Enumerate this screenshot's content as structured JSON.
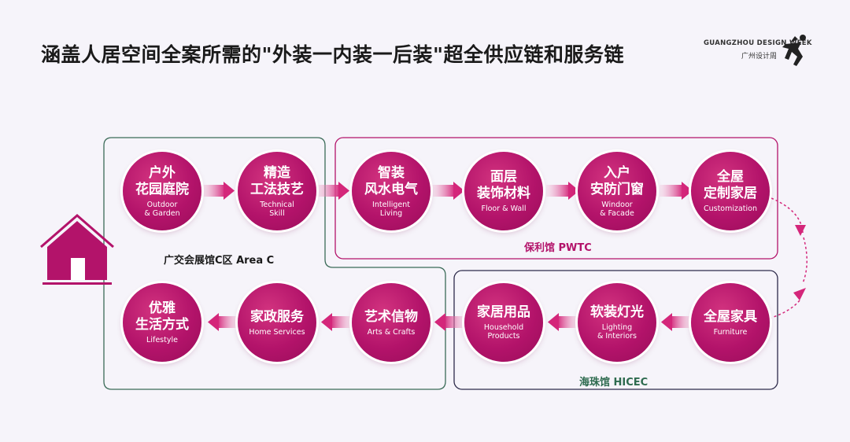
{
  "title": "涵盖人居空间全案所需的\"外装一内装一后装\"超全供应链和服务链",
  "logo": {
    "en": "GUANGZHOU DESIGN WEEK",
    "cn": "广州设计周"
  },
  "zones": {
    "area_c": "广交会展馆C区  Area C",
    "pwtc": "保利馆  PWTC",
    "hicec": "海珠馆  HICEC"
  },
  "nodes": [
    {
      "cn": [
        "户外",
        "花园庭院"
      ],
      "en": [
        "Outdoor",
        "& Garden"
      ]
    },
    {
      "cn": [
        "精造",
        "工法技艺"
      ],
      "en": [
        "Technical",
        "Skill"
      ]
    },
    {
      "cn": [
        "智装",
        "风水电气"
      ],
      "en": [
        "Intelligent",
        "Living"
      ]
    },
    {
      "cn": [
        "面层",
        "装饰材料"
      ],
      "en": [
        "Floor & Wall"
      ]
    },
    {
      "cn": [
        "入户",
        "安防门窗"
      ],
      "en": [
        "Windoor",
        "& Facade"
      ]
    },
    {
      "cn": [
        "全屋",
        "定制家居"
      ],
      "en": [
        "Customization"
      ]
    },
    {
      "cn": [
        "全屋家具"
      ],
      "en": [
        "Furniture"
      ]
    },
    {
      "cn": [
        "软装灯光"
      ],
      "en": [
        "Lighting",
        "& Interiors"
      ]
    },
    {
      "cn": [
        "家居用品"
      ],
      "en": [
        "Household",
        "Products"
      ]
    },
    {
      "cn": [
        "艺术信物"
      ],
      "en": [
        "Arts & Crafts"
      ]
    },
    {
      "cn": [
        "家政服务"
      ],
      "en": [
        "Home Services"
      ]
    },
    {
      "cn": [
        "优雅",
        "生活方式"
      ],
      "en": [
        "Lifestyle"
      ]
    }
  ],
  "colors": {
    "accent": "#b3136a",
    "green": "#3b6b58",
    "navy": "#2d2a4a",
    "magenta_border": "#b3136a"
  }
}
